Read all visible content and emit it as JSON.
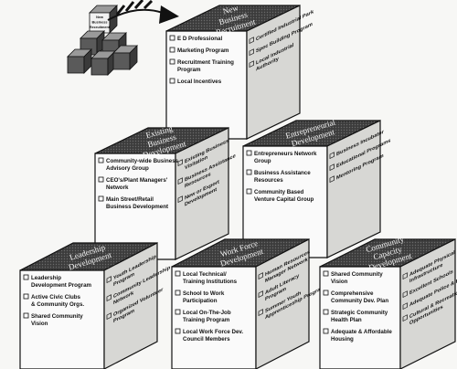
{
  "mini_cubes": {
    "label": "New Business Recruitment"
  },
  "cubes": [
    {
      "id": "new-business-recruitment",
      "title": [
        "New",
        "Business",
        "Recruitment"
      ],
      "front_items": [
        [
          "E D Professional"
        ],
        [
          "Marketing Program"
        ],
        [
          "Recruitment Training",
          "Program"
        ],
        [
          "Local Incentives"
        ]
      ],
      "side_items": [
        [
          "Certified Industrial Park"
        ],
        [
          "Spec Building Program"
        ],
        [
          "Local Industrial",
          "Authority"
        ]
      ]
    },
    {
      "id": "existing-business-development",
      "title": [
        "Existing",
        "Business",
        "Development"
      ],
      "front_items": [
        [
          "Community-wide Business",
          "Advisory Group"
        ],
        [
          "CEO's/Plant Managers'",
          "Network"
        ],
        [
          "Main Street/Retail",
          "Business Development"
        ]
      ],
      "side_items": [
        [
          "Existing Business",
          "Visitation"
        ],
        [
          "Business Assistance",
          "Resources"
        ],
        [
          "New or Export",
          "Development"
        ]
      ]
    },
    {
      "id": "entrepreneurial-development",
      "title": [
        "Entrepreneurial",
        "Development"
      ],
      "front_items": [
        [
          "Entrepreneurs Network",
          "Group"
        ],
        [
          "Business Assistance",
          "Resources"
        ],
        [
          "Community Based",
          "Venture Capital Group"
        ]
      ],
      "side_items": [
        [
          "Business Incubator"
        ],
        [
          "Educational Programs"
        ],
        [
          "Mentoring Program"
        ]
      ]
    },
    {
      "id": "leadership-development",
      "title": [
        "Leadership",
        "Development"
      ],
      "front_items": [
        [
          "Leadership",
          "Development Program"
        ],
        [
          "Active Civic Clubs",
          "& Community Orgs."
        ],
        [
          "Shared Community",
          "Vision"
        ]
      ],
      "side_items": [
        [
          "Youth Leadership",
          "Program"
        ],
        [
          "Community Leadership",
          "Network"
        ],
        [
          "Organized Volunteer",
          "Program"
        ]
      ]
    },
    {
      "id": "work-force-development",
      "title": [
        "Work Force",
        "Development"
      ],
      "front_items": [
        [
          "Local Technical/",
          "Training Institutions"
        ],
        [
          "School to Work",
          "Participation"
        ],
        [
          "Local On-The-Job",
          "Training Program"
        ],
        [
          "Local Work Force Dev.",
          "Council Members"
        ]
      ],
      "side_items": [
        [
          "Human Resources",
          "Manager Network"
        ],
        [
          "Adult Literacy",
          "Program"
        ],
        [
          "Summer Youth",
          "Apprenticeship Program"
        ]
      ]
    },
    {
      "id": "community-capacity-development",
      "title": [
        "Community",
        "Capacity",
        "Development"
      ],
      "front_items": [
        [
          "Shared Community",
          "Vision"
        ],
        [
          "Comprehensive",
          "Community Dev. Plan"
        ],
        [
          "Strategic Community",
          "Health Plan"
        ],
        [
          "Adequate & Affordable",
          "Housing"
        ]
      ],
      "side_items": [
        [
          "Adequate Physical",
          "Infrastructure"
        ],
        [
          "Excellent Schools"
        ],
        [
          "Adequate Police & Fire"
        ],
        [
          "Cultural & Recreational",
          "Opportunities"
        ]
      ]
    }
  ]
}
